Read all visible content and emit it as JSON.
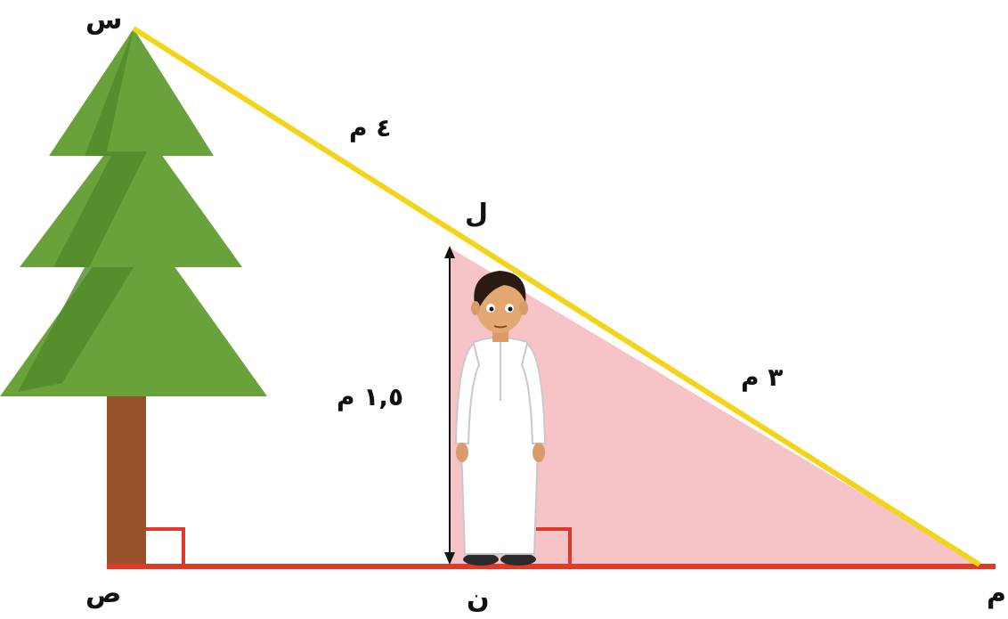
{
  "points": {
    "top_tree": "س",
    "base_tree": "ص",
    "top_person": "ل",
    "base_person": "ن",
    "end": "م"
  },
  "lengths": {
    "upper_hypotenuse": "٤ م",
    "lower_hypotenuse": "٣ م",
    "person_height": "١,٥ م"
  },
  "colors": {
    "hypotenuse": "#f2d51b",
    "ground": "#e2382a",
    "shaded_triangle": "#f6c3c6",
    "tree_dark": "#4f8a2b",
    "tree_light": "#69a23a",
    "trunk": "#98532a",
    "right_angle_mark": "#e2382a"
  },
  "icons": {
    "tree": "pine-tree-icon",
    "person": "boy-in-thobe-icon"
  }
}
